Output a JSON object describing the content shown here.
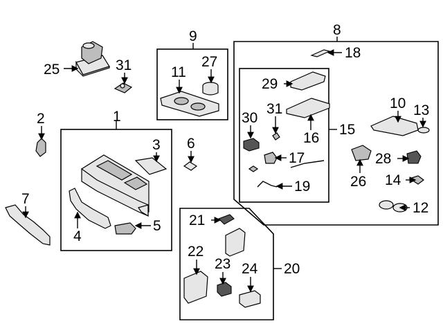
{
  "callouts": {
    "c1": "1",
    "c2": "2",
    "c3": "3",
    "c4": "4",
    "c5": "5",
    "c6": "6",
    "c7": "7",
    "c8": "8",
    "c9": "9",
    "c10": "10",
    "c11": "11",
    "c12": "12",
    "c13": "13",
    "c14": "14",
    "c15": "15",
    "c16": "16",
    "c17": "17",
    "c18": "18",
    "c19": "19",
    "c20": "20",
    "c21": "21",
    "c22": "22",
    "c23": "23",
    "c24": "24",
    "c25": "25",
    "c26": "26",
    "c27": "27",
    "c28": "28",
    "c29": "29",
    "c30": "30",
    "c31a": "31",
    "c31b": "31"
  },
  "colors": {
    "line": "#000000",
    "part_fill": "#e6e6e6",
    "part_dark": "#bdbdbd"
  }
}
